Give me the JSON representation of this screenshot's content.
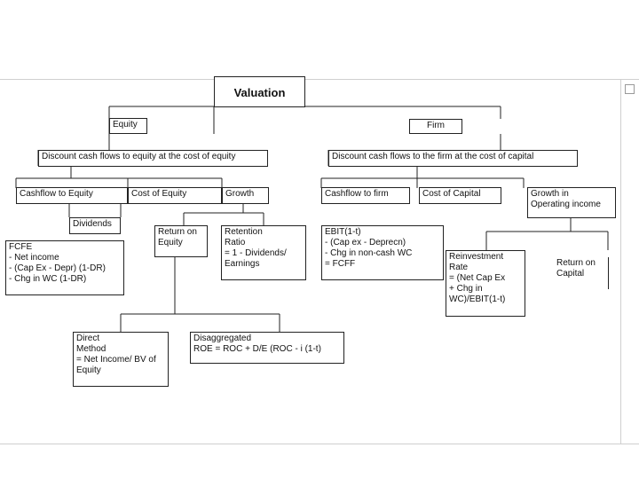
{
  "diagram": {
    "valuation": "Valuation",
    "equity": "Equity",
    "firm": "Firm",
    "discount_equity": "Discount cash flows to equity at the cost of equity",
    "discount_firm": "Discount cash flows to the firm at the cost of capital",
    "cashflow_to_equity": "Cashflow to Equity",
    "cost_of_equity": "Cost of Equity",
    "growth_equity": "Growth",
    "cashflow_to_firm": "Cashflow to firm",
    "cost_of_capital": "Cost of Capital",
    "growth_operating_income": "Growth in\nOperating income",
    "dividends": "Dividends",
    "fcfe": "FCFE\n- Net income\n- (Cap Ex - Depr) (1-DR)\n- Chg in WC (1-DR)",
    "return_on_equity": "Return on\nEquity",
    "retention_ratio": "Retention\nRatio\n= 1 - Dividends/\nEarnings",
    "fcff": "EBIT(1-t)\n- (Cap ex - Deprecn)\n- Chg in non-cash WC\n= FCFF",
    "reinvestment_rate": "Reinvestment\nRate\n= (Net Cap Ex\n+ Chg in\nWC)/EBIT(1-t)",
    "return_on_capital": "Return on\nCapital",
    "direct_method": "Direct\nMethod\n= Net Income/ BV of\nEquity",
    "disaggregated": "Disaggregated\nROE = ROC + D/E (ROC - i (1-t)"
  }
}
